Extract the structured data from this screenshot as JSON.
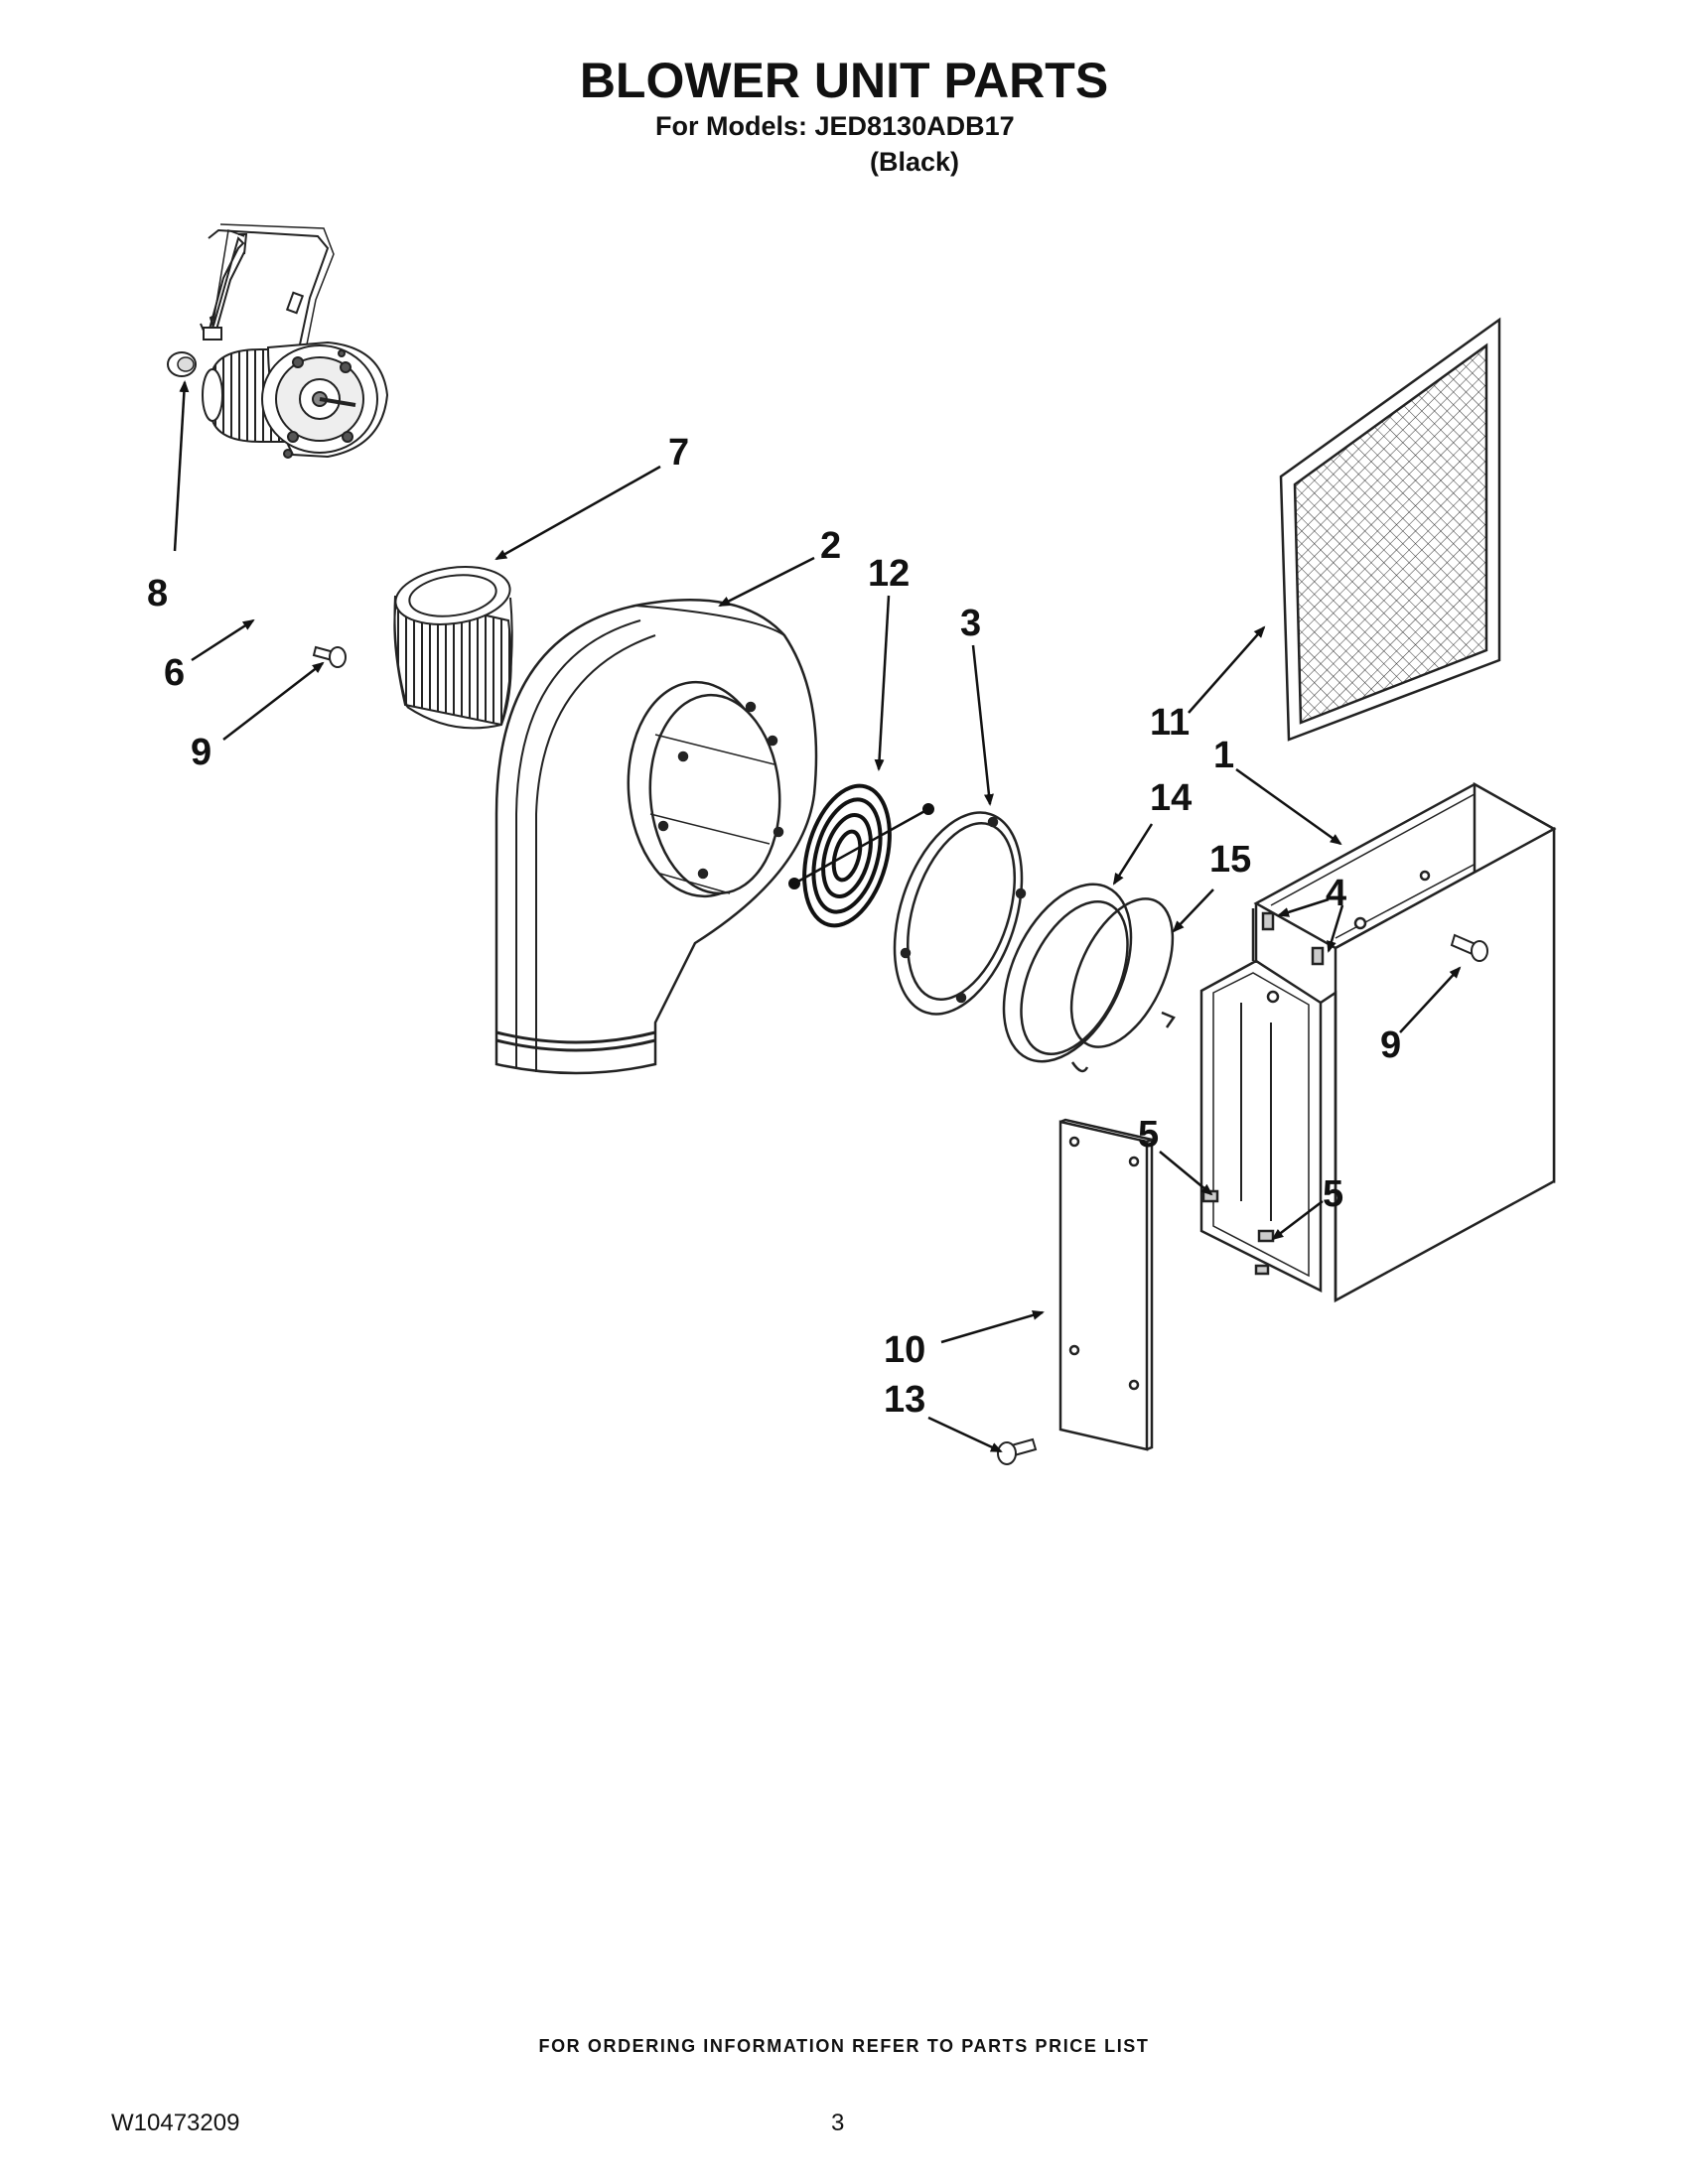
{
  "header": {
    "title": "BLOWER UNIT PARTS",
    "models_line": "For Models: JED8130ADB17",
    "color_line": "(Black)"
  },
  "callouts": {
    "c1": "1",
    "c2": "2",
    "c3": "3",
    "c4": "4",
    "c5a": "5",
    "c5b": "5",
    "c6": "6",
    "c7": "7",
    "c8": "8",
    "c9a": "9",
    "c9b": "9",
    "c10": "10",
    "c11": "11",
    "c12": "12",
    "c13": "13",
    "c14": "14",
    "c15": "15"
  },
  "footer": {
    "ordering_note": "FOR ORDERING INFORMATION REFER TO PARTS PRICE LIST",
    "doc_number": "W10473209",
    "page_number": "3"
  }
}
